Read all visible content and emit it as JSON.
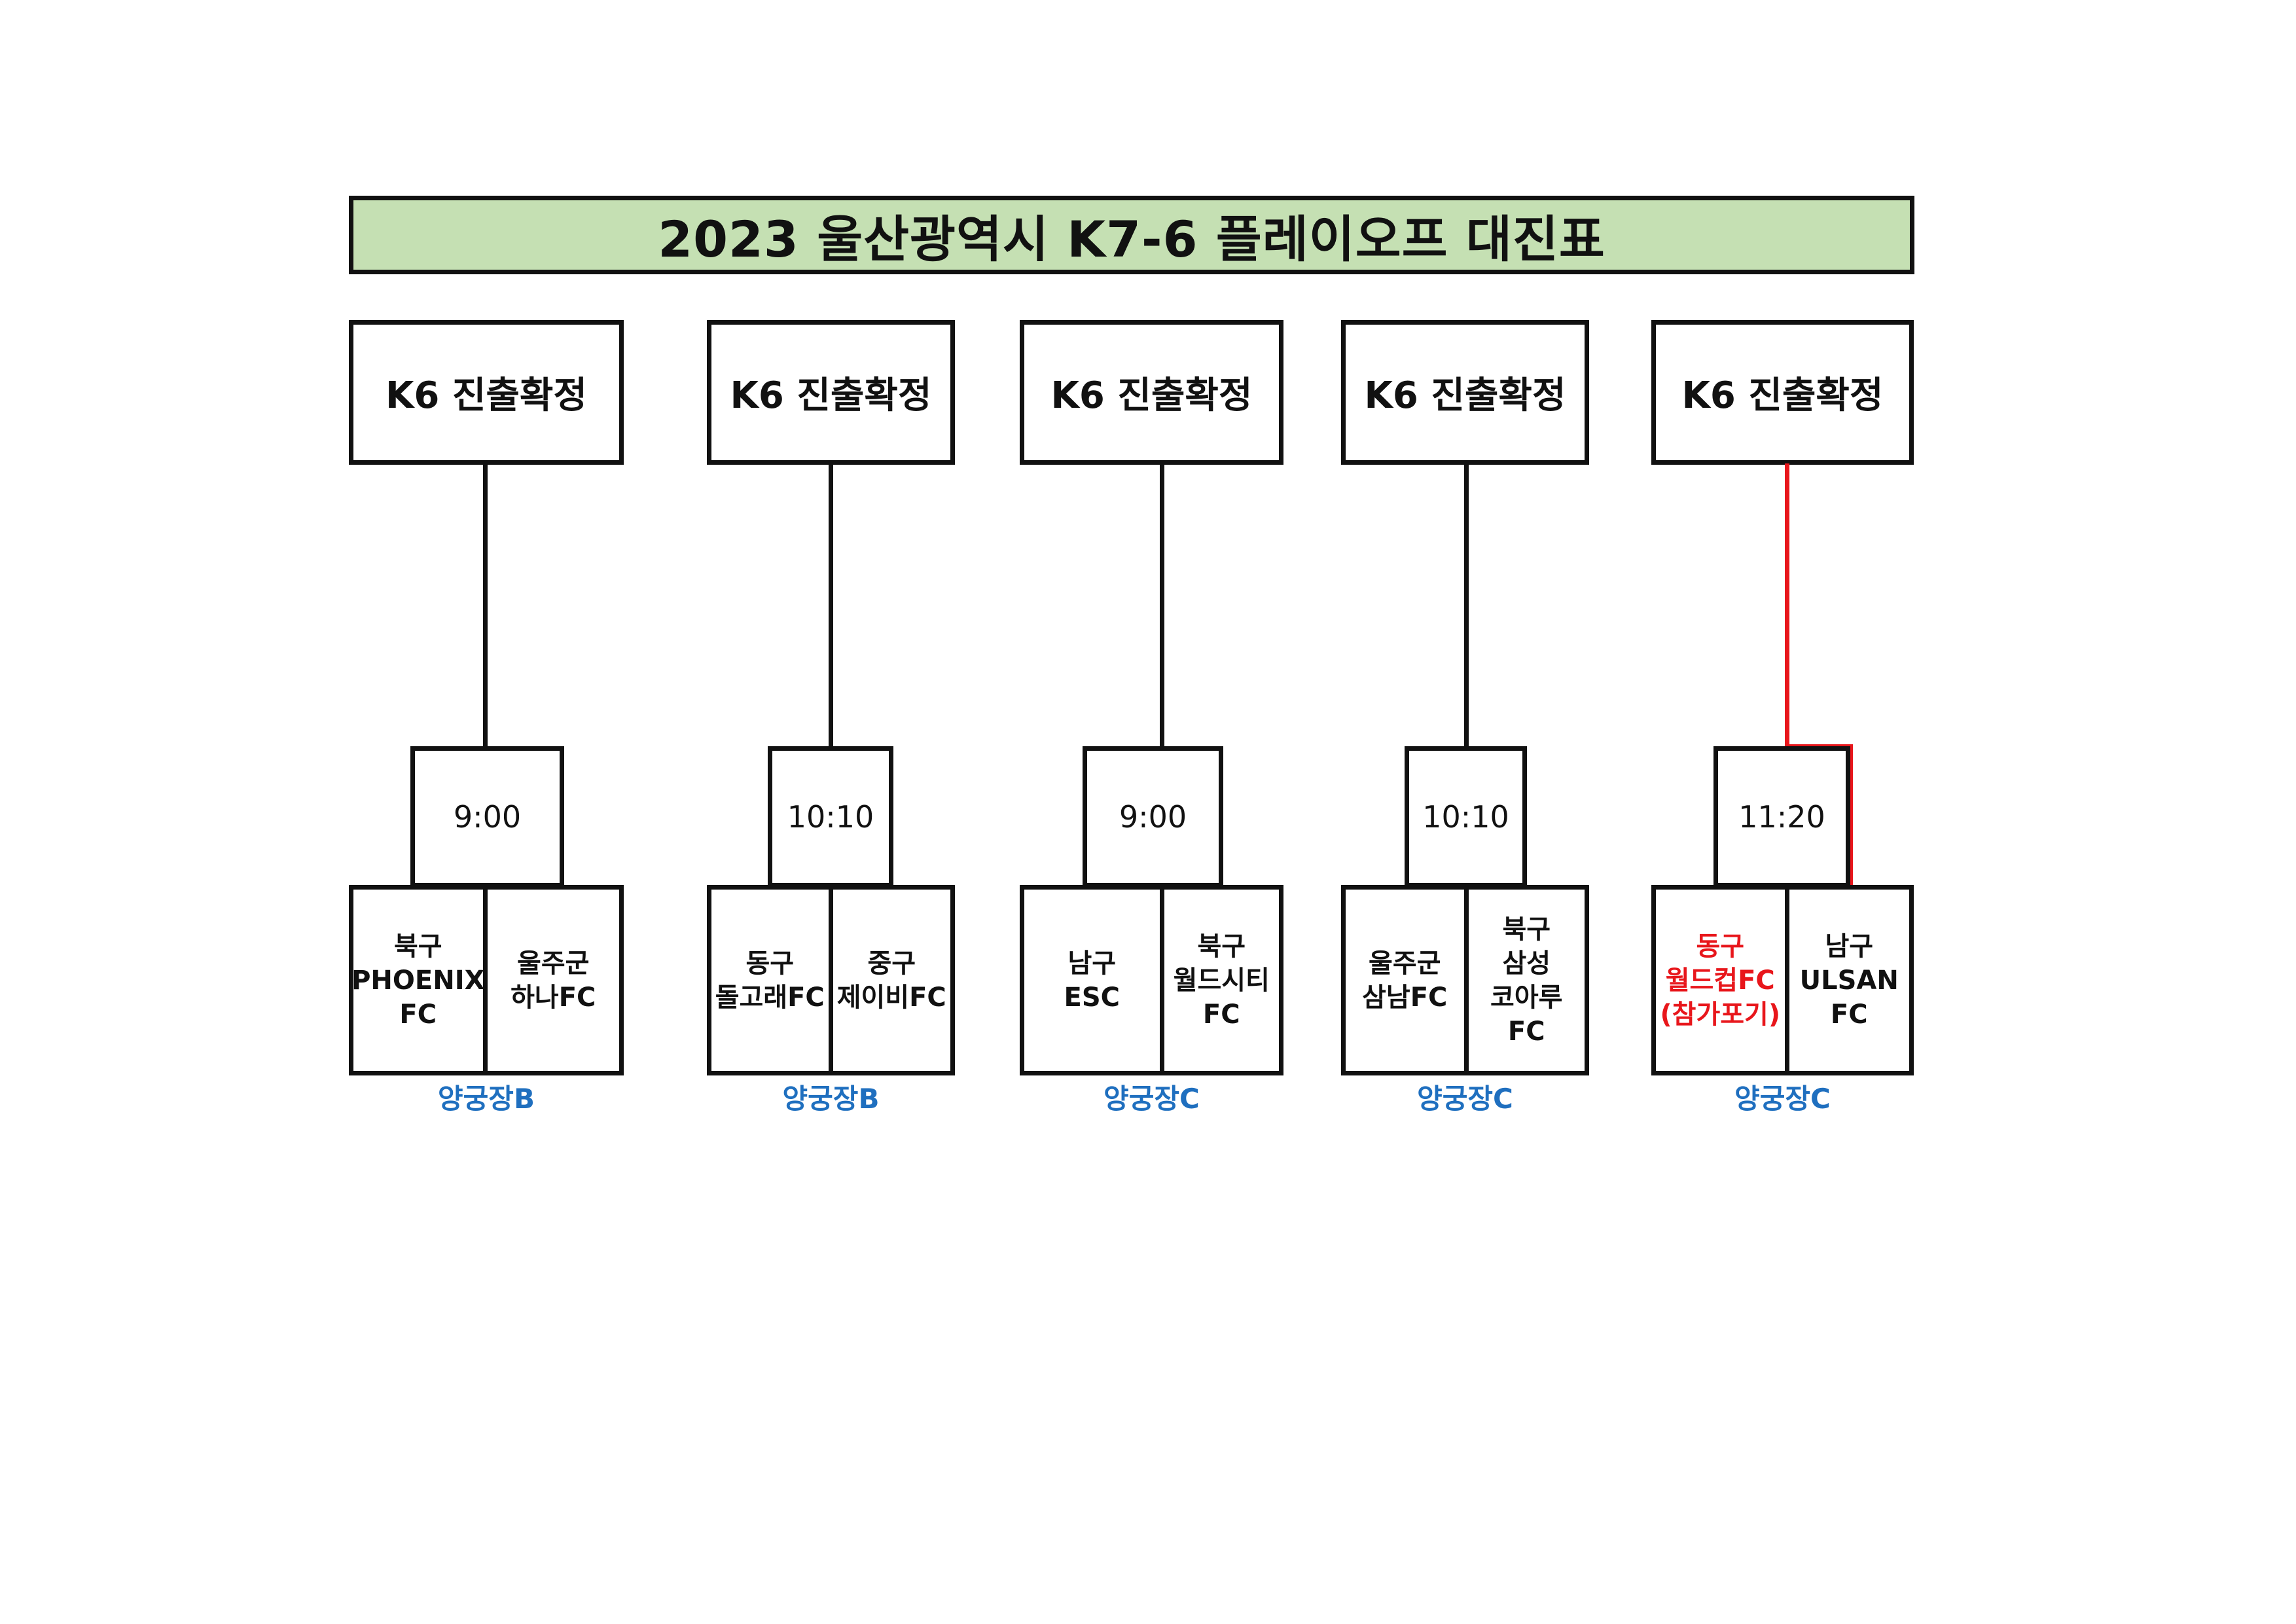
{
  "title": "2023 울산광역시 K7-6 플레이오프 대진표",
  "brackets": [
    {
      "result": "K6 진출확정",
      "time": "9:00",
      "home": [
        "북구",
        "PHOENIX",
        "FC"
      ],
      "away": [
        "울주군",
        "하나FC"
      ],
      "venue": "양궁장B"
    },
    {
      "result": "K6 진출확정",
      "time": "10:10",
      "home": [
        "동구",
        "돌고래FC"
      ],
      "away": [
        "중구",
        "제이비FC"
      ],
      "venue": "양궁장B"
    },
    {
      "result": "K6 진출확정",
      "time": "9:00",
      "home": [
        "남구",
        "ESC"
      ],
      "away": [
        "북구",
        "월드시티",
        "FC"
      ],
      "venue": "양궁장C"
    },
    {
      "result": "K6 진출확정",
      "time": "10:10",
      "home": [
        "울주군",
        "삼남FC"
      ],
      "away": [
        "북구",
        "삼성",
        "코아루",
        "FC"
      ],
      "venue": "양궁장C"
    },
    {
      "result": "K6 진출확정",
      "time": "11:20",
      "home": [
        "동구",
        "월드컵FC",
        "(참가포기)"
      ],
      "away": [
        "남구",
        "ULSAN",
        "FC"
      ],
      "venue": "양궁장C",
      "home_status": "withdrawn",
      "winner": "away"
    }
  ],
  "colors": {
    "title_background": "#c5e0b3",
    "withdrawn_text": "#e8161b",
    "winner_path": "#e8161b",
    "venue_text": "#1f6fbf"
  }
}
